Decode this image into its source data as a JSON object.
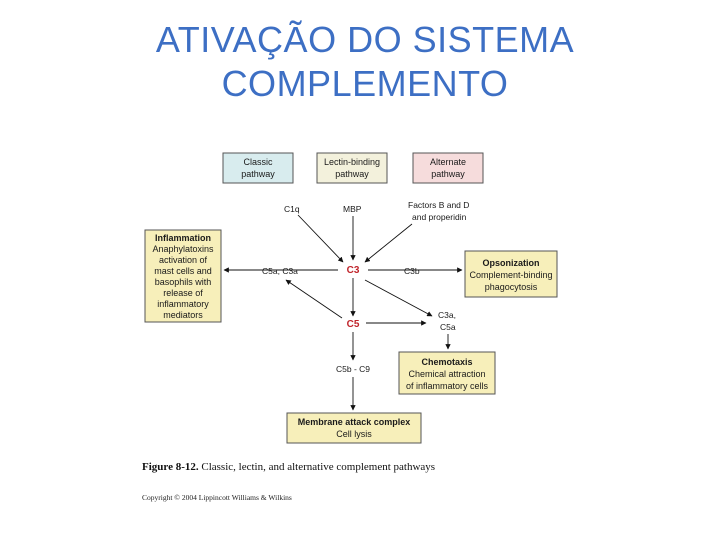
{
  "title_line1": "ATIVAÇÃO DO SISTEMA",
  "title_line2": "COMPLEMENTO",
  "colors": {
    "title": "#3d6fc4",
    "classic_fill": "#d8ecee",
    "lectin_fill": "#f3f1dc",
    "alternate_fill": "#f6dcdc",
    "effect_fill": "#f7efba",
    "center_label": "#c0242b"
  },
  "pathways": {
    "classic": [
      "Classic",
      "pathway"
    ],
    "lectin": [
      "Lectin-binding",
      "pathway"
    ],
    "alternate": [
      "Alternate",
      "pathway"
    ]
  },
  "triggers": {
    "c1q": "C1q",
    "mbp": "MBP",
    "factors": [
      "Factors B and D",
      "and properidin"
    ]
  },
  "center": {
    "c3": "C3",
    "c5": "C5"
  },
  "edge_labels": {
    "c5a_c3a": "C5a, C3a",
    "c3b": "C3b",
    "c3a_c5a": [
      "C3a,",
      "C5a"
    ],
    "c5b_c9": "C5b - C9"
  },
  "inflammation": {
    "title": "Inflammation",
    "lines": [
      "Anaphylatoxins",
      "activation of",
      "mast cells and",
      "basophils with",
      "release of",
      "inflammatory",
      "mediators"
    ]
  },
  "opsonization": {
    "title": "Opsonization",
    "lines": [
      "Complement-binding",
      "phagocytosis"
    ]
  },
  "chemotaxis": {
    "title": "Chemotaxis",
    "lines": [
      "Chemical attraction",
      "of inflammatory cells"
    ]
  },
  "mac": {
    "title": "Membrane attack complex",
    "lines": [
      "Cell lysis"
    ]
  },
  "caption": {
    "figure_label": "Figure 8-12.",
    "text": " Classic, lectin, and alternative complement pathways"
  },
  "copyright": "Copyright © 2004 Lippincott Williams & Wilkins"
}
